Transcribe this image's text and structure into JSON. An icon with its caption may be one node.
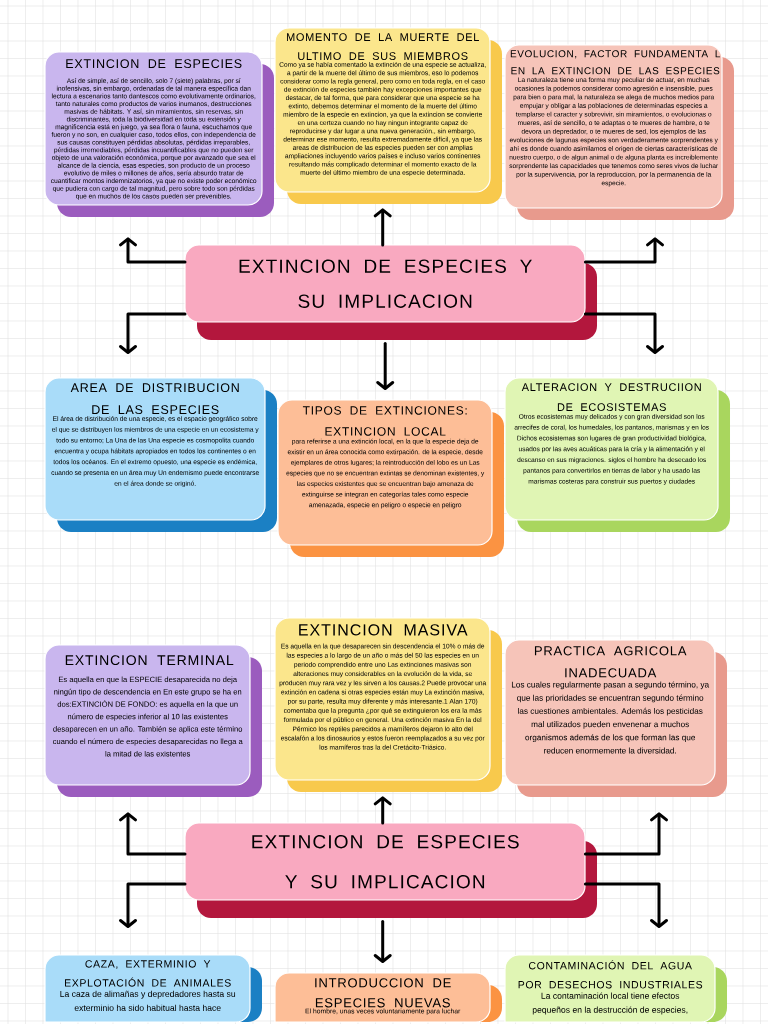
{
  "diagram": {
    "nodes": [
      {
        "text": [
          "EXTINCION DE ESPECIES",
          "Así de simple, así de sencillo, solo 7 (siete) palabras, por sí inofensivas, sin embargo, ordenadas de tal manera específica dan lectura a escenarios tanto dantescos como evolutivamente ordinarios, tanto naturales como productos de varios inumanos, destrucciones masivas de hábitats. Y así, sin miramientos, sin reservas, sin discriminantes, toda la biodiversidad en toda su extensión y magnificencia está en juego, ya sea flora o fauna, escuchamos que fueron y no son, en cualquier caso, todos ellos, con independencia de sus causas constituyen pérdidas absolutas, pérdidas irreparables, pérdidas irremediables, pérdidas incuantificables que no pueden ser objeto de una valoración económica, porque por avanzado que sea el alcance de la ciencia, esas especies, son producto de un proceso evolutivo de miles o millones de años, sería absurdo tratar de cuantificar montos indemnizatorios, ya que no existe poder económico que pudiera con cargo de tal magnitud, pero sobre todo son pérdidas que en muchos de los casos pueden ser prevenibles."
        ]
      },
      {
        "text": [
          "MOMENTO DE LA MUERTE DEL ULTIMO DE SUS MIEMBROS",
          "Como ya se había comentado la extinción de una especie se actualiza, a partir de la muerte del último de sus miembros, eso lo podemos considerar como la regla general, pero como en toda regla, en el caso de extinción de especies también hay excepciones importantes que destacar, de tal forma, que para considerar que una especie se ha extinto, debemos determinar el momento de la muerte del último miembro de la especie en extincion, ya que la extincion se convierte en una certeza cuando no hay ningun integrante capaz de reproducirse y dar lugar a una nueva generación., sin embargo, determinar ese momento, resulta extremadamente difícil, ya que las areas de distribucion de las especies pueden ser con amplias ampliaciones incluyendo varios países e incluso varios continentes resultando más complicado determinar el momento exacto de la muerte del último miembro de una especie determinada."
        ]
      },
      {
        "text": [
          "EVOLUCION, FACTOR FUNDAMENTA L EN LA EXTINCION DE LAS ESPECIES",
          "La naturaleza tiene una forma muy peculiar de actuar, en muchas ocasiones la podemos considerar como agresión e insensible, pues para bien o para mal, la naturaleza se alega de muchos medios para empujar y obligar a las poblaciones de determinadas especies a templarse el caracter y sobrevivir, sin miramientos, o evolucionas o mueres, así de sencillo, o te adaptas o te mueres de hambre, o te devora un depredador, o te mueres de sed, los ejemplos de las evoluciones de lagunas especies son verdaderamente sorprendentes y ahí es donde cuando asimilamos el origen de ciertas características de nuestro cuerpo, o de algun animal o de alguna planta es increiblemente sorprendente las capacidades que tenemos como seres vivos de luchar por la supervivencia, por la reproduccion, por la permanencia de la especie."
        ]
      },
      {
        "text": [
          "EXTINCION DE ESPECIES Y SU IMPLICACION"
        ]
      },
      {
        "text": [
          "AREA DE DISTRIBUCION DE LAS ESPECIES",
          "El área de distribución de una especie, es el espacio geográfico sobre el que se distribuyen los miembros de una especie en un ecosistema y todo su entorno; La Una de las Una especie es cosmopolita cuando encuentra y ocupa hábitats apropiados en todos los continentes o en todos los océanos. En el extremo opuesto, una especie es endémica, cuando se presenta en un área muy Un endemismo puede encontrarse en el área donde se originó."
        ]
      },
      {
        "text": [
          "TIPOS DE EXTINCIONES: EXTINCION LOCAL",
          "para referirse a una extinción local, en la que la especie deja de existir en un área conocida como extirpación. de la especie, desde ejemplares de otros lugares; la reintroducción del lobo es un Las especies que no se encuentran extintas se denominan existentes, y las especies existentes que se encuentran bajo amenaza de extinguirse se integran en categorías tales como especie amenazada, especie en peligro o especie en peligro"
        ]
      },
      {
        "text": [
          "ALTERACION Y DESTRUCIION DE ECOSISTEMAS",
          "Otros ecosistemas muy delicados y con gran diversidad son los arrecifes de coral, los humedales, los pantanos, marismas y en los Dichos ecosistemas son lugares de gran productividad biológica, usados por las aves acuáticas para la cría y la alimentación y el descanso en sus migraciones. siglos el hombre ha desecado los pantanos para convertirlos en tierras de labor y ha usado las marismas costeras para construir sus puertos y ciudades"
        ]
      },
      {
        "text": [
          "EXTINCION TERMINAL",
          "Es aquella en que la ESPECIE desaparecida no deja ningún tipo de descendencia en En este grupo se ha en dos:EXTINCIÓN DE FONDO: es aquella en la que un número de especies inferior al 10 las existentes desaparecen en un año. También se aplica este término cuando el número de especies desaparecidas no llega a la mitad de las existentes"
        ]
      },
      {
        "text": [
          "EXTINCION MASIVA",
          "Es aquella en la que desaparecen sin descendencia el 10% o más de las especies a lo largo de un año o más del 50 las especies en un periodo comprendido entre uno Las extinciones masivas son alteraciones muy considerables en la evolución de la vida, se producen muy rara vez y les sirven a los causas.2 Puede provocar una extinción en cadena si otras especies están muy La extinción masiva, por su parte, resulta muy diferente y más interesante.1 Alan 170) comentaba que la pregunta ¿por qué se extinguieron los era la más formulada por el público en general. Una extinción masiva En la del Pérmico los reptiles parecidos a mamíferos dejaron lo alto del escalafón a los dinosaurios y estos fueron reemplazados a su vez por los mamíferos tras la del Cretácito-Triásico."
        ]
      },
      {
        "text": [
          "PRACTICA AGRICOLA INADECUADA",
          "Los cuales regularmente pasan a segundo término, ya que las prioridades se encuentran segundo término las cuestiones ambientales. Además los pesticidas mal utilizados pueden envenenar a muchos organismos además de los que forman las que reducen enormemente la diversidad."
        ]
      },
      {
        "text": [
          "EXTINCION DE ESPECIES Y SU IMPLICACION"
        ]
      },
      {
        "text": [
          "CAZA, EXTERMINIO Y EXPLOTACIÓN DE ANIMALES",
          "La caza de alimañas y depredadores hasta su exterminio ha sido habitual hasta hace"
        ]
      },
      {
        "text": [
          "INTRODUCCION DE ESPECIES NUEVAS",
          "El hombre, unas veces voluntariamente para luchar"
        ]
      },
      {
        "text": [
          "CONTAMINACIÓN DEL AGUA POR DESECHOS INDUSTRIALES",
          "La contaminación local tiene efectos pequeños en la destrucción de especies,"
        ]
      }
    ],
    "edges": [
      {
        "from": 3,
        "to": 0,
        "arrow": "to"
      },
      {
        "from": 3,
        "to": 1,
        "arrow": "to"
      },
      {
        "from": 3,
        "to": 2,
        "arrow": "to"
      },
      {
        "from": 3,
        "to": 4,
        "arrow": "to"
      },
      {
        "from": 3,
        "to": 5,
        "arrow": "to"
      },
      {
        "from": 3,
        "to": 6,
        "arrow": "to"
      },
      {
        "from": 10,
        "to": 7,
        "arrow": "to"
      },
      {
        "from": 10,
        "to": 8,
        "arrow": "to"
      },
      {
        "from": 10,
        "to": 9,
        "arrow": "to"
      },
      {
        "from": 10,
        "to": 11,
        "arrow": "to"
      },
      {
        "from": 10,
        "to": 12,
        "arrow": "to"
      },
      {
        "from": 10,
        "to": 13,
        "arrow": "to"
      }
    ]
  }
}
